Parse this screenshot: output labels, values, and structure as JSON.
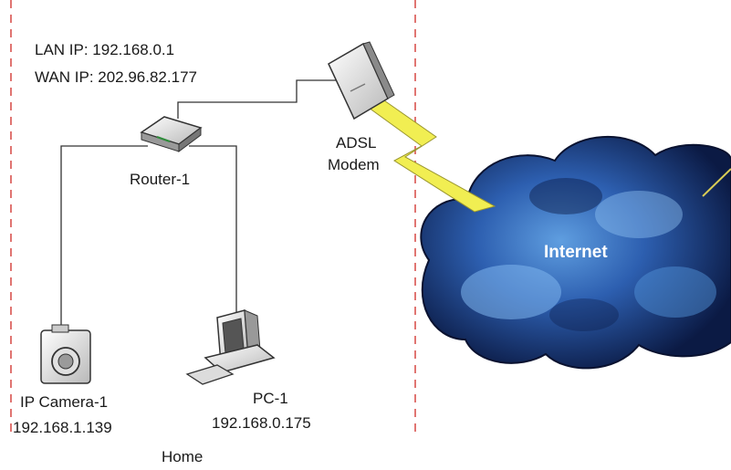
{
  "router": {
    "lan_ip": "LAN IP: 192.168.0.1",
    "wan_ip": "WAN IP: 202.96.82.177",
    "name": "Router-1"
  },
  "modem": {
    "line1": "ADSL",
    "line2": "Modem"
  },
  "internet": {
    "label": "Internet"
  },
  "camera": {
    "name": "IP Camera-1",
    "ip": "192.168.1.139"
  },
  "pc": {
    "name": "PC-1",
    "ip": "192.168.0.175"
  },
  "zone": {
    "home": "Home"
  },
  "colors": {
    "boundary": "#d9534f",
    "link": "#333333",
    "wireless": "#e8e84a",
    "cloud_dark": "#0c1b45",
    "cloud_light": "#6aa8e8"
  }
}
